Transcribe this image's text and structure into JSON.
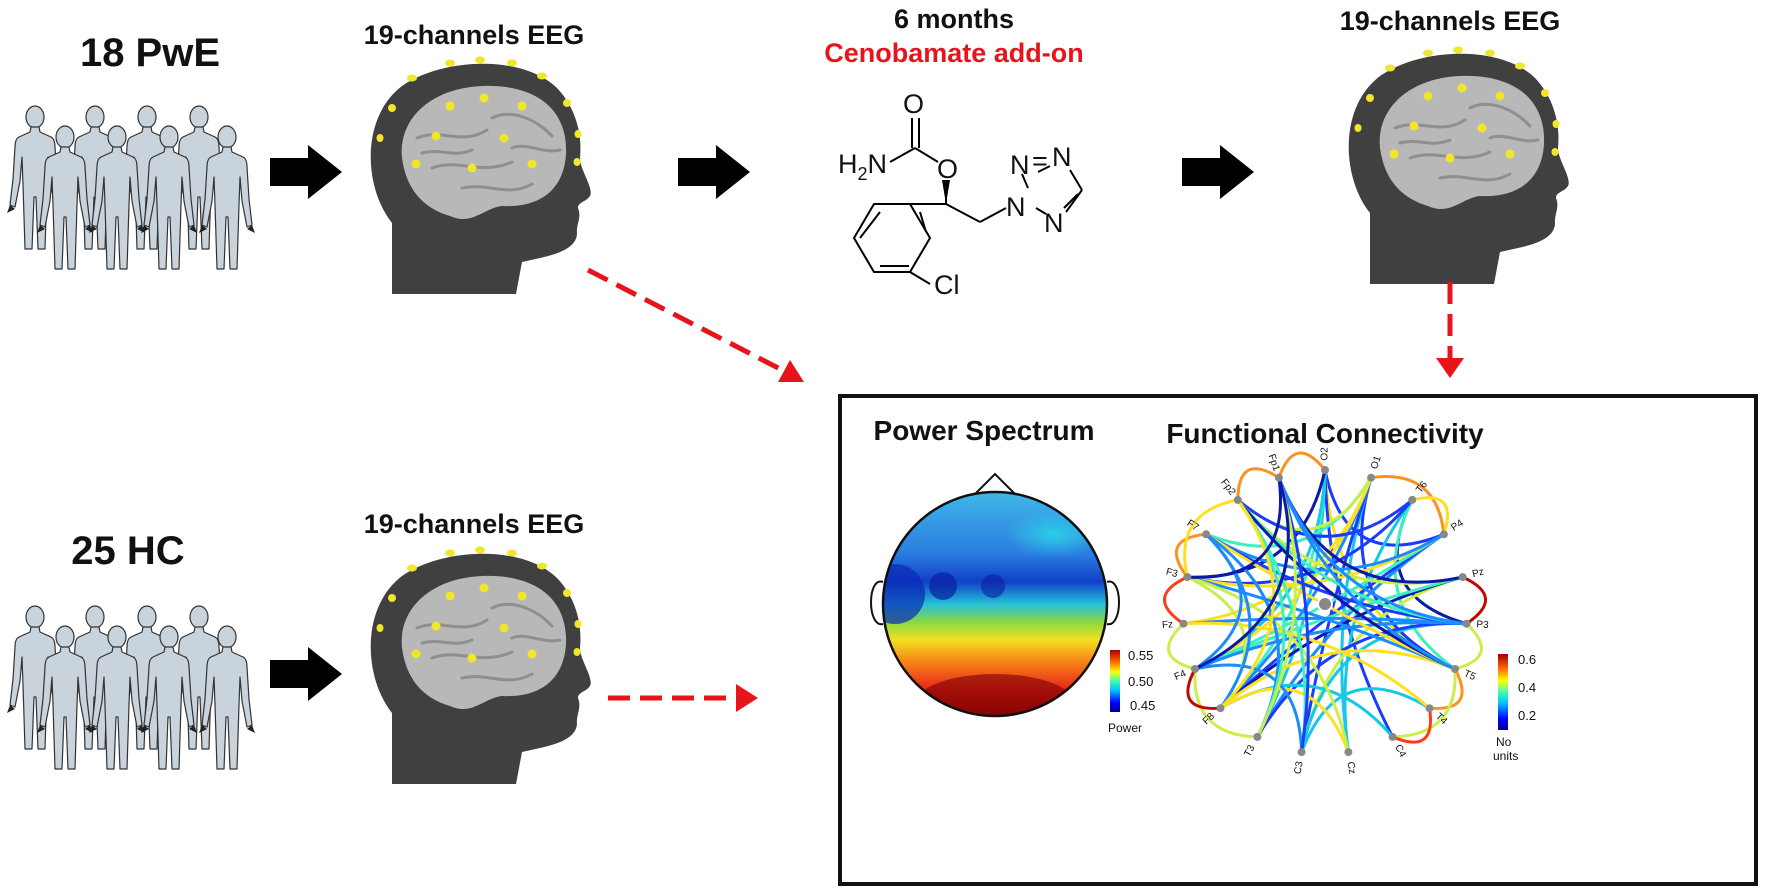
{
  "labels": {
    "pwe_group": "18 PwE",
    "hc_group": "25 HC",
    "eeg_1": "19-channels EEG",
    "eeg_2": "19-channels EEG",
    "eeg_3": "19-channels EEG",
    "duration": "6 months",
    "treatment": "Cenobamate add-on",
    "power_title": "Power Spectrum",
    "fc_title": "Functional Connectivity"
  },
  "molecule": {
    "atom_o_top": "O",
    "atom_o_ether": "O",
    "atom_h2n": "H",
    "atom_h2n_sub": "2",
    "atom_h2n_n": "N",
    "atom_n1": "N",
    "atom_n2": "N",
    "atom_n3": "N",
    "atom_n4": "N",
    "atom_n_eq": "=",
    "atom_cl": "Cl"
  },
  "power_colorbar": {
    "ticks": [
      "0.55",
      "0.50",
      "0.45"
    ],
    "label": "Power"
  },
  "fc_colorbar": {
    "ticks": [
      "0.6",
      "0.4",
      "0.2"
    ],
    "label_line1": "No",
    "label_line2": "units"
  },
  "channels": [
    "O2",
    "O1",
    "T6",
    "P4",
    "Pz",
    "P3",
    "T5",
    "T4",
    "C4",
    "Cz",
    "C3",
    "T3",
    "F8",
    "F4",
    "Fz",
    "F3",
    "F7",
    "Fp2",
    "Fp1"
  ],
  "colors": {
    "arrow": "#000000",
    "dashed_arrow": "#e8141b",
    "head": "#404040",
    "brain": "#b5b5b5",
    "electrode": "#f2e62a",
    "person": "#c9d3dc"
  }
}
